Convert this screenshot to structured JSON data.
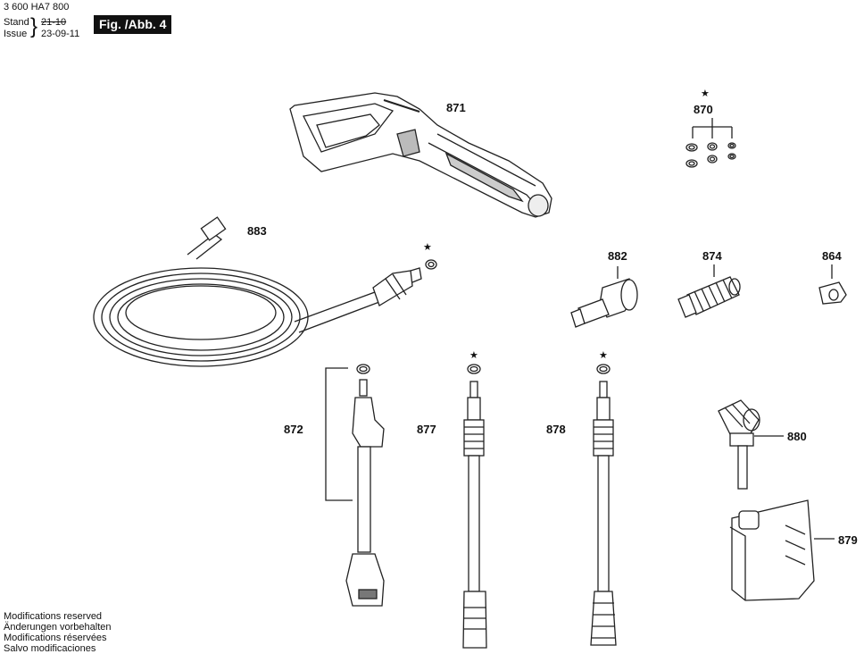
{
  "header": {
    "doc_number": "3 600 HA7 800",
    "stand_label": "Stand",
    "issue_label": "Issue",
    "stand_old_date": "21-10",
    "issue_date": "23-09-11",
    "figure_label": "Fig. /Abb. 4"
  },
  "parts": [
    {
      "number": "871"
    },
    {
      "number": "870"
    },
    {
      "number": "883"
    },
    {
      "number": "882"
    },
    {
      "number": "874"
    },
    {
      "number": "864"
    },
    {
      "number": "872"
    },
    {
      "number": "877"
    },
    {
      "number": "878"
    },
    {
      "number": "880"
    },
    {
      "number": "879"
    }
  ],
  "marker_symbol": "★",
  "footer": {
    "lines": [
      "Modifications reserved",
      "Änderungen vorbehalten",
      "Modifications réservées",
      "Salvo modificaciones"
    ]
  }
}
